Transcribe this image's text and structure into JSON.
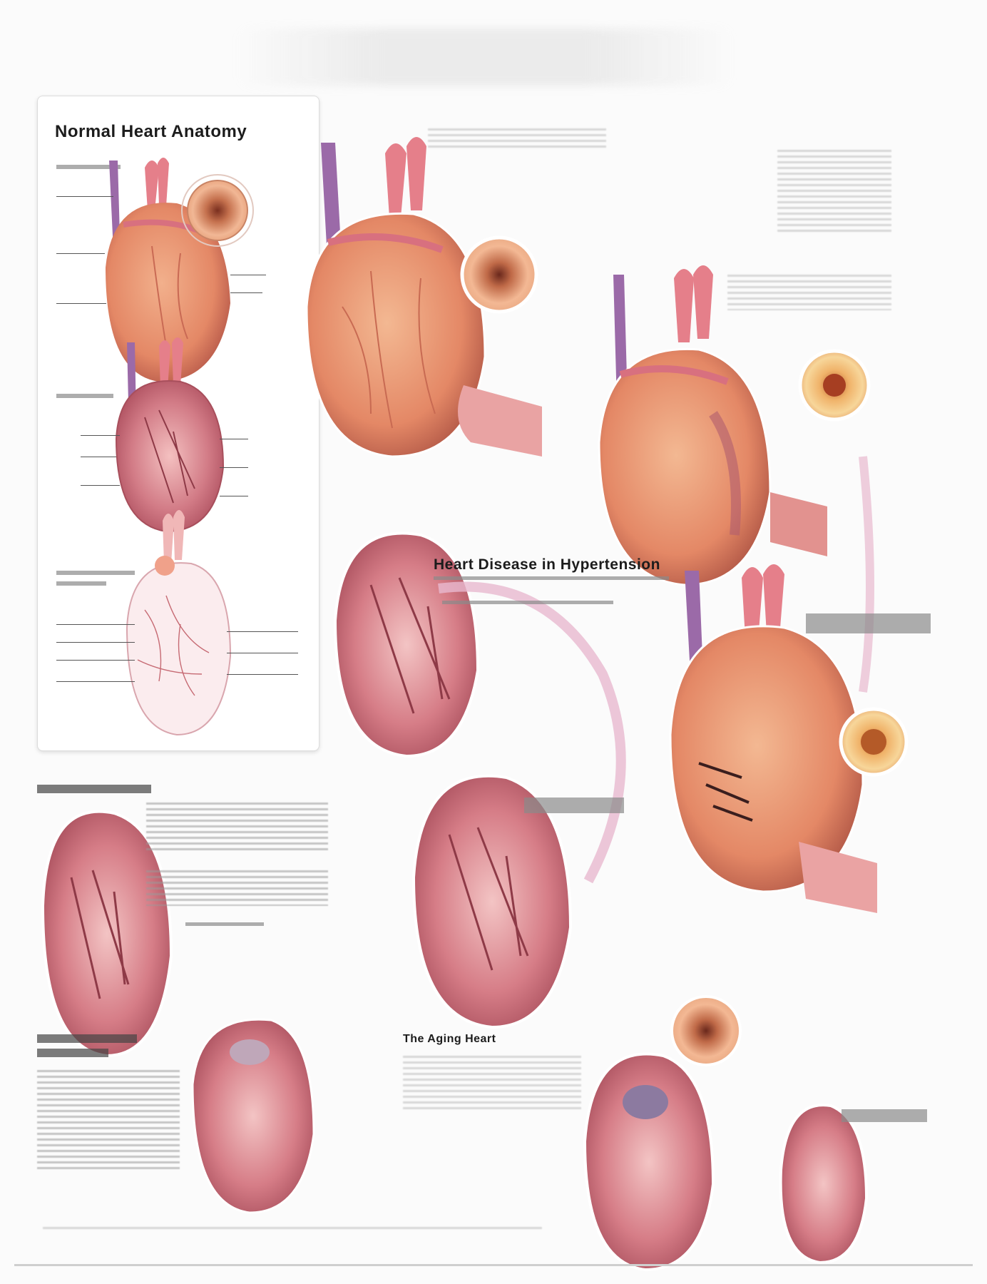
{
  "poster": {
    "title": "",
    "footer": ""
  },
  "normal_panel": {
    "title": "Normal Heart Anatomy",
    "sec_exterior": "",
    "sec_interior": "",
    "sec_coronary": ""
  },
  "sections": {
    "hypertension_title": "Heart Disease in Hypertension",
    "hypertension_sub": "",
    "valve_title": "",
    "aging_title": "The Aging Heart"
  },
  "colors": {
    "myocardium": "#e9906f",
    "chamber": "#c75a66",
    "vessel_purple": "#9b6aa8",
    "arrow_pink": "#e8b9cf"
  }
}
